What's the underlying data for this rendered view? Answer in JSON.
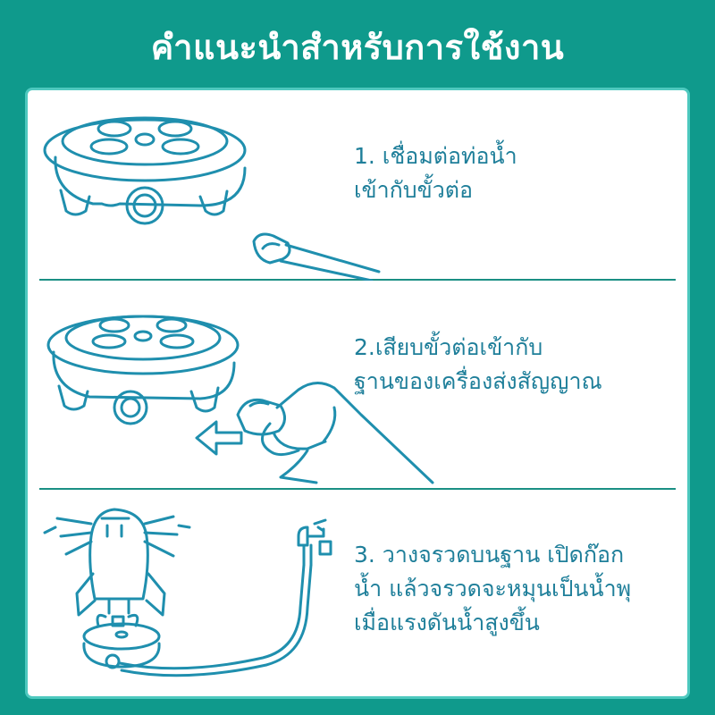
{
  "title": "คำแนะนำสำหรับการใช้งาน",
  "steps": [
    {
      "lines": [
        "1. เชื่อมต่อท่อน้ำ",
        "เข้ากับขั้วต่อ"
      ]
    },
    {
      "lines": [
        "2.เสียบขั้วต่อเข้ากับ",
        "ฐานของเครื่องส่งสัญญาณ"
      ]
    },
    {
      "lines": [
        "3.  วางจรวดบนฐาน เปิดก๊อก",
        "น้ำ แล้วจรวดจะหมุนเป็นน้ำพุ",
        "เมื่อแรงดันน้ำสูงขึ้น"
      ]
    }
  ],
  "colors": {
    "background": "#0f9a8c",
    "panel_border": "#4ec9bf",
    "text": "#1f7f9a",
    "line_art": "#1f8fae",
    "divider": "#1a8f84"
  }
}
